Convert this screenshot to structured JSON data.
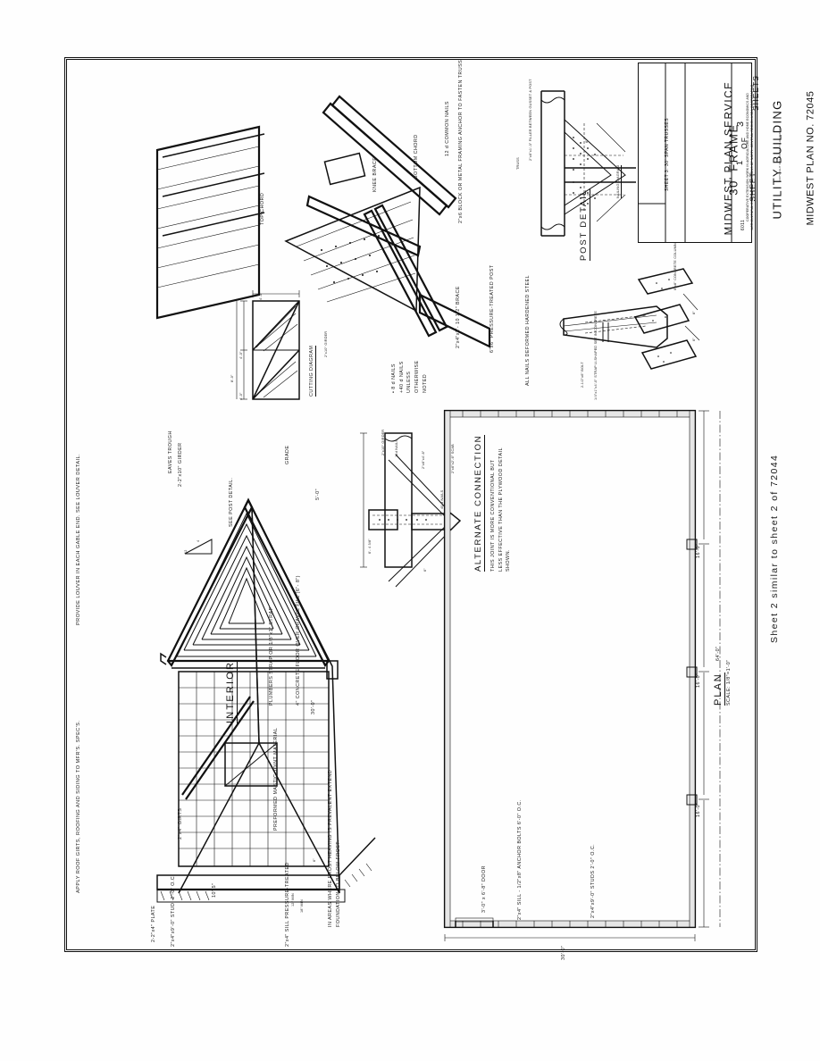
{
  "sheet": {
    "margin_note": "Sheet 2 similar to sheet 2 of 72044"
  },
  "title_block": {
    "organization": "MIDWEST PLAN SERVICE",
    "credit_lines": "COOPERATIVE EXTENSION WORK IN AGRICULTURE AND HOME ECONOMICS AND AGRICULTURAL EXPERIMENT STATIONS OF NORTH CENTRAL REGION-USDA COOPERATING",
    "project_title_line1": "30' FRAME",
    "project_title_line2": "UTILITY BUILDING",
    "drawing_code": "6011",
    "sheet_label": "SHEET",
    "sheet_number": "1",
    "of_label": "OF",
    "sheet_total": "3",
    "sheets_word": "SHEETS",
    "plan_number": "MIDWEST PLAN NO. 72045",
    "copyright": "COPYRIGHT 1961    MIDWEST PLAN SERVICE",
    "cross_reference": "SHEET 3: 30' SPAN TRUSSES"
  },
  "elevation": {
    "note_roofing": "APPLY ROOF GIRTS, ROOFING AND SIDING TO MFR'S. SPEC'S.",
    "note_louver": "PROVIDE LOUVER IN EACH GABLE END. SEE LOUVER DETAIL.",
    "roof_pitch_rise": "4",
    "roof_pitch_run": "12",
    "girts": "2\"x4\" GIRTS",
    "eaves_trough": "EAVES TROUGH",
    "girder": "2-2\"x10\" GIRDER",
    "see_post_detail": "SEE POST DETAIL.",
    "plate": "2-2\"x4\" PLATE",
    "studs": "2\"x4\"x9'-0\" STUD, 2'-0\" O.C.",
    "sill": "2\"x4\" SILL PRESSURE-TREATED",
    "wall_height": "10'-5\"",
    "plumbers_strap": "PLUMBERS STRAP OR 1/8\"x1\" STRAP",
    "concrete_floor": "4\" CONCRETE FLOOR OVER GRAVEL FILL (6\"- 8\")",
    "mastic": "PREFORMED MASTIC JOINT MATERIAL",
    "width": "30'-0\"",
    "grade": "GRADE",
    "grade_height": "5'-0\"",
    "min_note": "12\" MIN",
    "min_note2": "18\" MIN",
    "depth_6": "6\"",
    "frost_note": "IN AREAS WHERE FROST HEAVING IS PREVALENT EXTEND FOUNDATION TO BELOW FROST.",
    "section_label": "INTERIOR"
  },
  "truss_detail": {
    "bottom_chord": "BOTTOM CHORD",
    "top_chord": "TOP CHORD",
    "common_nails": "12 d COMMON NAILS",
    "block_anchor": "2\"x6 BLOCK OR METAL FRAMING ANCHOR TO FASTEN TRUSS",
    "knee_brace_label": "KNEE BRACE",
    "brace": "2\"x4\"x2'- 10 1/2\" BRACE",
    "post": "6\"x6\" PRESSURE-TREATED POST",
    "nail_note": "• 8 d NAILS\n+40 d NAILS\nUNLESS\nOTHERWISE\nNOTED",
    "nail_steel_note": "ALL NAILS DEFORMED HARDENED STEEL"
  },
  "cutting_diagram": {
    "title": "CUTTING DIAGRAM",
    "girder_label": "2\"x10\" GIRDER",
    "dim_total": "8'-0\"",
    "dim_half_a": "4'-0\"",
    "dim_half_b": "4'-0\"",
    "dim_width": "4'-0\""
  },
  "post_detail": {
    "title": "POST DETAIL",
    "nailing_diagram": "NAILING DIAGRAM",
    "truss_label": "TRUSS",
    "filler": "2\"x6\"x1'-3\" FILLER BETWEEN GUSSET & POST",
    "block": "2\"x6\" BLOCK",
    "dim_diag": "8\"",
    "dim_diag2": "4\""
  },
  "column_detail": {
    "bolt": "2-1/2\"x6\" BOLT",
    "strap": "1/4\"x1\"x4'-0\" STRAP U-SHAPED SET IN CONCRETE",
    "column": "6\"x8\" CONCRETE COLUMN",
    "dim_a": "8\"",
    "dim_b": "6\""
  },
  "alternate_connection": {
    "title": "ALTERNATE CONNECTION",
    "note": "THIS JOINT IS MORE CONVENTIONAL BUT LESS EFFECTIVE THAN THE PLYWOOD DETAIL SHOWN.",
    "girder": "2\"x10\" GIRDER",
    "nails_12d": "12d NAILS",
    "member_4_6": "2\"x6\"x4'-6\"",
    "nails_40d": "40 d NAILS",
    "scab": "2\"x6\"x2'-6\" SCAB",
    "dim_height": "6'- 4 3/8\"",
    "dim_diag": "6\""
  },
  "plan": {
    "title": "PLAN",
    "scale": "SCALE: 1/8\"=1'-0\"",
    "door": "3'-0\" x 6'-8\" DOOR",
    "sill_bolts": "2\"x4\" SILL - 1/2\"x8\" ANCHOR BOLTS 6'-0\" O.C.",
    "studs": "2\"x4\"x9'-0\" STUDS 2'-0\" O.C.",
    "width": "30'-0\"",
    "bay": "16'-0\"",
    "bay2": "16'-0\"",
    "bay3": "16'-0\"",
    "length": "64'-0\""
  }
}
